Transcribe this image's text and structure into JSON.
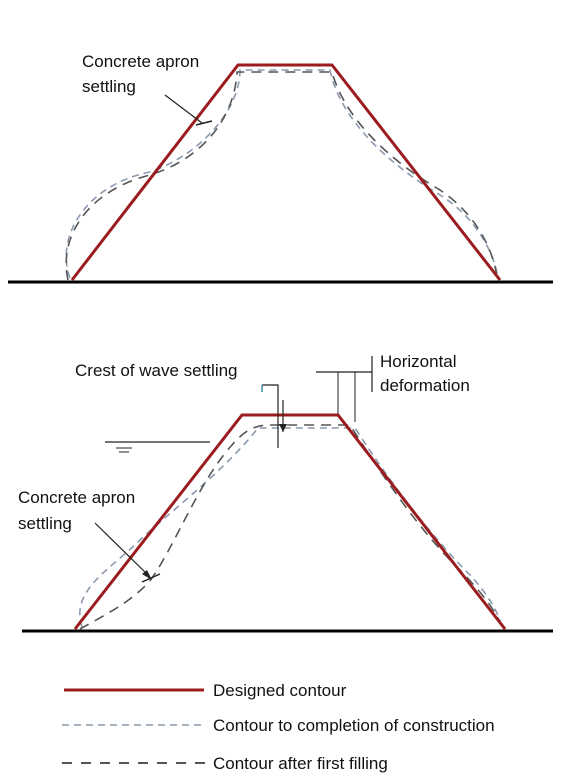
{
  "colors": {
    "designed": "#9b1c1f",
    "completion": "#8a9aae",
    "first_filling": "#555555",
    "ground": "#000000",
    "annotation": "#222222"
  },
  "top_section": {
    "label_apron_line1": "Concrete apron",
    "label_apron_line2": "settling"
  },
  "bottom_section": {
    "label_crest": "Crest of wave settling",
    "label_horizontal_line1": "Horizontal",
    "label_horizontal_line2": "deformation",
    "label_apron_line1": "Concrete apron",
    "label_apron_line2": "settling"
  },
  "legend": {
    "designed": "Designed contour",
    "completion": "Contour to completion of construction",
    "first_filling": "Contour after first filling"
  }
}
